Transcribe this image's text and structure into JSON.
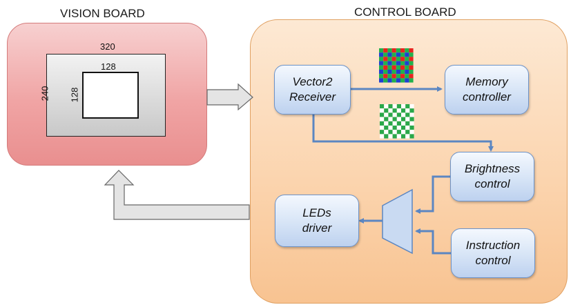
{
  "vision_board": {
    "title": "VISION BOARD",
    "sensor_width_label": "320",
    "sensor_height_label": "240",
    "roi_width_label": "128",
    "roi_height_label": "128"
  },
  "control_board": {
    "title": "CONTROL BOARD",
    "blocks": {
      "receiver": [
        "Vector2",
        "Receiver"
      ],
      "memory": [
        "Memory",
        "controller"
      ],
      "brightness": [
        "Brightness",
        "control"
      ],
      "instruction": [
        "Instruction",
        "control"
      ],
      "leds": [
        "LEDs",
        "driver"
      ]
    }
  },
  "icons": {
    "bayer_pattern": "bayer-rgb-mosaic-icon",
    "green_pattern": "green-checkerboard-icon"
  },
  "colors": {
    "vision_board": "#f0a4a4",
    "control_board": "#fbd3ac",
    "block": "#d6e4f6",
    "connector": "#5b86c2"
  }
}
